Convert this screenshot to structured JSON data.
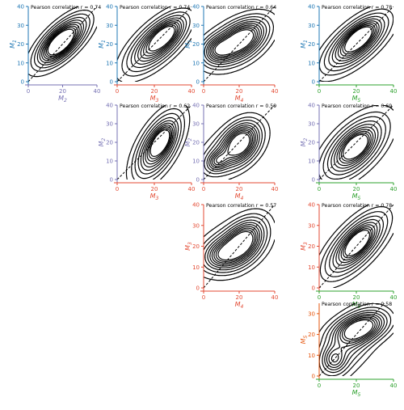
{
  "chart_data": [
    {
      "type": "contour",
      "row": 0,
      "col": 0,
      "annotation": "Pearson correlation r = 0.74",
      "ylabel": "M",
      "ylabel_sub": "1",
      "xlabel": "M",
      "xlabel_sub": "2",
      "xlim": [
        0,
        40
      ],
      "ylim": [
        0,
        40
      ],
      "xticks": [
        "0",
        "20",
        "40"
      ],
      "yticks": [
        "0",
        "10",
        "20",
        "30",
        "40"
      ],
      "xaxis_color": "#7570b3",
      "yaxis_color": "#1f77b4",
      "blobs": [
        {
          "cx": 20,
          "cy": 22,
          "rx": 11,
          "ry": 4.5,
          "angle": 40,
          "w": 1
        },
        {
          "cx": 18,
          "cy": 20,
          "rx": 7,
          "ry": 3.5,
          "angle": 40,
          "w": 0.6
        }
      ]
    },
    {
      "type": "contour",
      "row": 0,
      "col": 1,
      "annotation": "Pearson correlation r = 0.74",
      "ylabel": "M",
      "ylabel_sub": "1",
      "xlabel": "M",
      "xlabel_sub": "3",
      "xlim": [
        0,
        40
      ],
      "ylim": [
        0,
        40
      ],
      "xticks": [
        "0",
        "20",
        "40"
      ],
      "yticks": [
        "0",
        "10",
        "20",
        "30",
        "40"
      ],
      "xaxis_color": "#e34a33",
      "yaxis_color": "#1f77b4",
      "blobs": [
        {
          "cx": 22,
          "cy": 21,
          "rx": 12,
          "ry": 5,
          "angle": 42,
          "w": 1
        },
        {
          "cx": 26,
          "cy": 25,
          "rx": 6,
          "ry": 3,
          "angle": 42,
          "w": 0.5
        }
      ]
    },
    {
      "type": "contour",
      "row": 0,
      "col": 2,
      "annotation": "Pearson correlation r = 0.64",
      "ylabel": "M",
      "ylabel_sub": "1",
      "xlabel": "M",
      "xlabel_sub": "4",
      "xlim": [
        0,
        40
      ],
      "ylim": [
        0,
        40
      ],
      "xticks": [
        "0",
        "20",
        "40"
      ],
      "yticks": [
        "0",
        "10",
        "20",
        "30",
        "40"
      ],
      "xaxis_color": "#e34a33",
      "yaxis_color": "#1f77b4",
      "blobs": [
        {
          "cx": 22,
          "cy": 23,
          "rx": 9,
          "ry": 5,
          "angle": 30,
          "w": 1
        },
        {
          "cx": 8,
          "cy": 17,
          "rx": 5,
          "ry": 4,
          "angle": 20,
          "w": 0.55
        },
        {
          "cx": 16,
          "cy": 19,
          "rx": 10,
          "ry": 6,
          "angle": 25,
          "w": 0.45
        }
      ]
    },
    {
      "type": "contour",
      "row": 0,
      "col": 3,
      "annotation": "Pearson correlation r = 0.78",
      "ylabel": "M",
      "ylabel_sub": "1",
      "xlabel": "M",
      "xlabel_sub": "5",
      "xlim": [
        0,
        40
      ],
      "ylim": [
        0,
        40
      ],
      "xticks": [
        "0",
        "20",
        "40"
      ],
      "yticks": [
        "0",
        "10",
        "20",
        "30",
        "40"
      ],
      "xaxis_color": "#2ca02c",
      "yaxis_color": "#1f77b4",
      "blobs": [
        {
          "cx": 20,
          "cy": 21,
          "rx": 12,
          "ry": 5,
          "angle": 40,
          "w": 1
        },
        {
          "cx": 22,
          "cy": 24,
          "rx": 6,
          "ry": 3,
          "angle": 40,
          "w": 0.6
        }
      ]
    },
    {
      "type": "contour",
      "row": 1,
      "col": 1,
      "annotation": "Pearson correlation r = 0.62",
      "ylabel": "M",
      "ylabel_sub": "2",
      "xlabel": "M",
      "xlabel_sub": "3",
      "xlim": [
        0,
        40
      ],
      "ylim": [
        0,
        40
      ],
      "xticks": [
        "0",
        "20",
        "40"
      ],
      "yticks": [
        "0",
        "10",
        "20",
        "30",
        "40"
      ],
      "xaxis_color": "#e34a33",
      "yaxis_color": "#7570b3",
      "blobs": [
        {
          "cx": 22,
          "cy": 18,
          "rx": 11,
          "ry": 5,
          "angle": 60,
          "w": 1
        },
        {
          "cx": 24,
          "cy": 21,
          "rx": 5,
          "ry": 2.5,
          "angle": 60,
          "w": 0.6
        }
      ]
    },
    {
      "type": "contour",
      "row": 1,
      "col": 2,
      "annotation": "Pearson correlation r = 0.59",
      "ylabel": "M",
      "ylabel_sub": "2",
      "xlabel": "M",
      "xlabel_sub": "4",
      "xlim": [
        0,
        40
      ],
      "ylim": [
        0,
        40
      ],
      "xticks": [
        "0",
        "20",
        "40"
      ],
      "yticks": [
        "0",
        "10",
        "20",
        "30",
        "40"
      ],
      "xaxis_color": "#e34a33",
      "yaxis_color": "#7570b3",
      "blobs": [
        {
          "cx": 21,
          "cy": 20,
          "rx": 7,
          "ry": 5,
          "angle": 50,
          "w": 1
        },
        {
          "cx": 8,
          "cy": 10,
          "rx": 4,
          "ry": 3,
          "angle": 30,
          "w": 0.5
        },
        {
          "cx": 15,
          "cy": 15,
          "rx": 11,
          "ry": 6,
          "angle": 35,
          "w": 0.45
        }
      ]
    },
    {
      "type": "contour",
      "row": 1,
      "col": 3,
      "annotation": "Pearson correlation r = 0.69",
      "ylabel": "M",
      "ylabel_sub": "2",
      "xlabel": "M",
      "xlabel_sub": "5",
      "xlim": [
        0,
        40
      ],
      "ylim": [
        0,
        40
      ],
      "xticks": [
        "0",
        "20",
        "40"
      ],
      "yticks": [
        "0",
        "10",
        "20",
        "30",
        "40"
      ],
      "xaxis_color": "#2ca02c",
      "yaxis_color": "#7570b3",
      "blobs": [
        {
          "cx": 19,
          "cy": 17,
          "rx": 12,
          "ry": 6,
          "angle": 45,
          "w": 1
        },
        {
          "cx": 20,
          "cy": 18,
          "rx": 5,
          "ry": 3,
          "angle": 45,
          "w": 0.6
        }
      ]
    },
    {
      "type": "contour",
      "row": 2,
      "col": 2,
      "annotation": "Pearson correlation r = 0.57",
      "ylabel": "M",
      "ylabel_sub": "3",
      "xlabel": "M",
      "xlabel_sub": "4",
      "xlim": [
        0,
        40
      ],
      "ylim": [
        0,
        40
      ],
      "xticks": [
        "0",
        "20",
        "40"
      ],
      "yticks": [
        "0",
        "10",
        "20",
        "30",
        "40"
      ],
      "xaxis_color": "#e34a33",
      "yaxis_color": "#e34a33",
      "blobs": [
        {
          "cx": 22,
          "cy": 22,
          "rx": 8,
          "ry": 5,
          "angle": 40,
          "w": 1
        },
        {
          "cx": 10,
          "cy": 16,
          "rx": 6,
          "ry": 4,
          "angle": 15,
          "w": 0.5
        },
        {
          "cx": 16,
          "cy": 19,
          "rx": 11,
          "ry": 6,
          "angle": 20,
          "w": 0.45
        }
      ]
    },
    {
      "type": "contour",
      "row": 2,
      "col": 3,
      "annotation": "Pearson correlation r = 0.78",
      "ylabel": "M",
      "ylabel_sub": "3",
      "xlabel": "M",
      "xlabel_sub": "5",
      "xlim": [
        0,
        40
      ],
      "ylim": [
        0,
        40
      ],
      "xticks": [
        "0",
        "20",
        "40"
      ],
      "yticks": [
        "0",
        "10",
        "20",
        "30",
        "40"
      ],
      "xaxis_color": "#2ca02c",
      "yaxis_color": "#e34a33",
      "blobs": [
        {
          "cx": 20,
          "cy": 21,
          "rx": 12,
          "ry": 5,
          "angle": 42,
          "w": 1
        },
        {
          "cx": 21,
          "cy": 22,
          "rx": 5,
          "ry": 2.5,
          "angle": 42,
          "w": 0.6
        }
      ]
    },
    {
      "type": "contour",
      "row": 3,
      "col": 3,
      "annotation": "Pearson correlation r = 0.58",
      "ylabel": "M",
      "ylabel_sub": "5",
      "xlabel": "M",
      "xlabel_sub": "5",
      "xlim": [
        0,
        40
      ],
      "ylim": [
        0,
        35
      ],
      "xticks": [
        "0",
        "20",
        "40"
      ],
      "yticks": [
        "0",
        "10",
        "20",
        "30"
      ],
      "xaxis_color": "#2ca02c",
      "yaxis_color": "#e6550d",
      "blobs": [
        {
          "cx": 22,
          "cy": 23,
          "rx": 9,
          "ry": 4,
          "angle": 15,
          "w": 1
        },
        {
          "cx": 8,
          "cy": 8,
          "rx": 4,
          "ry": 4,
          "angle": 0,
          "w": 0.45
        },
        {
          "cx": 16,
          "cy": 16,
          "rx": 14,
          "ry": 6,
          "angle": 45,
          "w": 0.45
        }
      ]
    }
  ]
}
